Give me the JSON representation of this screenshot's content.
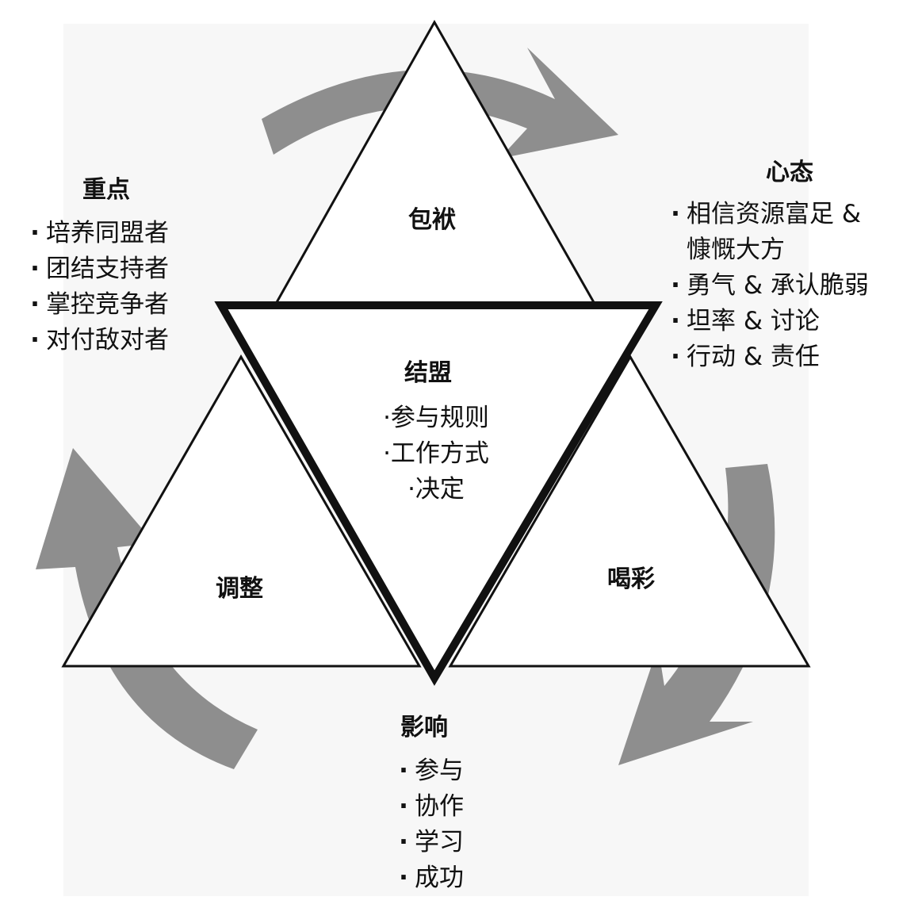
{
  "triangles": {
    "top": "包袱",
    "center": "结盟",
    "left": "调整",
    "right": "喝彩"
  },
  "center_items": [
    "参与规则",
    "工作方式",
    "决定"
  ],
  "focus": {
    "title": "重点",
    "items": [
      "培养同盟者",
      "团结支持者",
      "掌控竞争者",
      "对付敌对者"
    ]
  },
  "mindset": {
    "title": "心态",
    "items": [
      "相信资源富足 &",
      "慷慨大方",
      "勇气 & 承认脆弱",
      "坦率 & 讨论",
      "行动 & 责任"
    ]
  },
  "influence": {
    "title": "影响",
    "items": [
      "参与",
      "协作",
      "学习",
      "成功"
    ]
  },
  "bullet": "·",
  "colors": {
    "arrow": "#8e8e8e",
    "outline": "#111111",
    "fill": "#ffffff"
  },
  "icons": [
    "curved-arrow-icon"
  ]
}
